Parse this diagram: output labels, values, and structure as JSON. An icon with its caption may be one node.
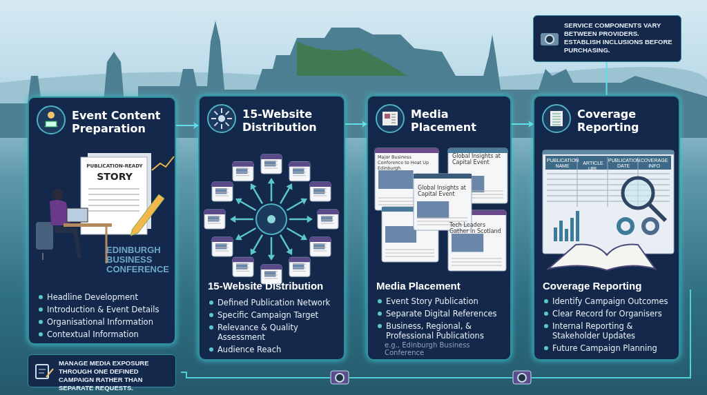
{
  "diagram": {
    "nodes": [
      {
        "text": [
          "Event Content Preparation",
          "PUBLICATION-READY",
          "STORY",
          "EDINBURGH BUSINESS CONFERENCE",
          "Headline Development",
          "Introduction & Event Details",
          "Organisational Information",
          "Contextual Information"
        ]
      },
      {
        "text": [
          "15-Website Distribution",
          "15-Website Distribution",
          "Defined Publication Network",
          "Specific Campaign Target",
          "Relevance & Quality Assessment",
          "Audience Reach"
        ]
      },
      {
        "text": [
          "Media Placement",
          "Major Business Conference to Heat Up Edinburgh",
          "Global Insights at Capital Event",
          "Global Insights at Capital Event",
          "Tech Leaders Gather in Scotland",
          "Media Placement",
          "Event Story Publication",
          "Separate Digital References",
          "Business, Regional, & Professional Publications",
          "e.g., Edinburgh Business Conference"
        ]
      },
      {
        "text": [
          "Coverage Reporting",
          "PUBLICATION NAME",
          "ARTICLE URL",
          "PUBLICATION DATE",
          "COVERAGE INFO",
          "Coverage Reporting",
          "Identify Campaign Outcomes",
          "Clear Record for Organisers",
          "Internal Reporting & Stakeholder Updates",
          "Future Campaign Planning"
        ]
      },
      {
        "text": [
          "MANAGE MEDIA EXPOSURE THROUGH ONE DEFINED CAMPAIGN RATHER THAN SEPARATE REQUESTS."
        ]
      },
      {
        "text": [
          "SERVICE COMPONENTS VARY BETWEEN PROVIDERS. ESTABLISH INCLUSIONS BEFORE PURCHASING."
        ]
      }
    ],
    "edges": [
      {
        "from": 0,
        "to": 1,
        "arrow": "to"
      },
      {
        "from": 1,
        "to": 2,
        "arrow": "to"
      },
      {
        "from": 2,
        "to": 3,
        "arrow": "to"
      },
      {
        "from": 5,
        "to": 3,
        "arrow": "none"
      }
    ]
  }
}
